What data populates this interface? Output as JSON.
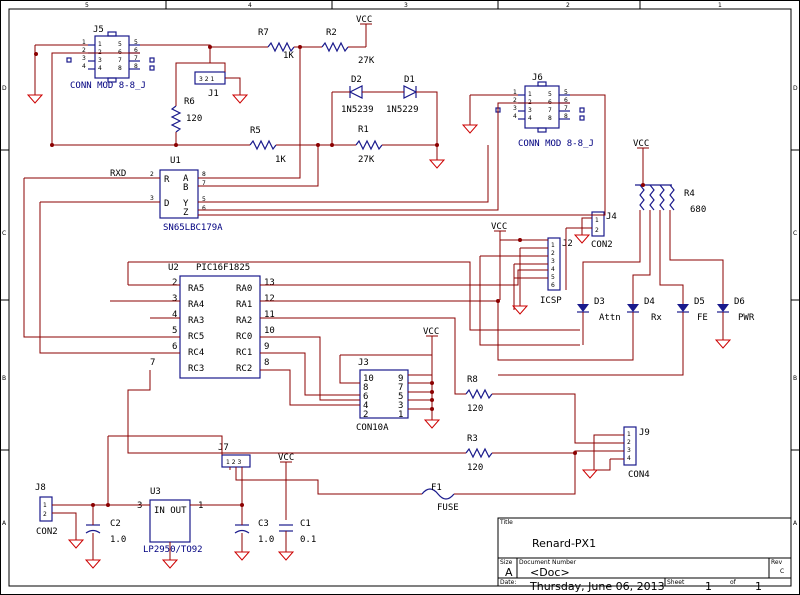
{
  "border": {
    "cols": [
      "5",
      "4",
      "3",
      "2",
      "1"
    ],
    "rows": [
      "D",
      "C",
      "B",
      "A"
    ]
  },
  "components": {
    "J5": {
      "ref": "J5",
      "value": "CONN MOD 8-8_J",
      "pins_left": [
        "1",
        "2",
        "3",
        "4"
      ],
      "pins_right": [
        "5",
        "6",
        "7",
        "8"
      ]
    },
    "J6": {
      "ref": "J6",
      "value": "CONN MOD 8-8_J",
      "pins_left": [
        "1",
        "2",
        "3",
        "4"
      ],
      "pins_right": [
        "5",
        "6",
        "7",
        "8"
      ]
    },
    "J1": {
      "ref": "J1",
      "pins": "3 2 1"
    },
    "R7": {
      "ref": "R7",
      "value": "1K"
    },
    "R2": {
      "ref": "R2",
      "value": "27K"
    },
    "R6": {
      "ref": "R6",
      "value": "120"
    },
    "R5": {
      "ref": "R5",
      "value": "1K"
    },
    "R1": {
      "ref": "R1",
      "value": "27K"
    },
    "D2": {
      "ref": "D2",
      "value": "1N5239"
    },
    "D1": {
      "ref": "D1",
      "value": "1N5229"
    },
    "U1": {
      "ref": "U1",
      "value": "SN65LBC179A",
      "pins": {
        "R": "R",
        "D": "D",
        "A": "A",
        "B": "B",
        "Y": "Y",
        "Z": "Z",
        "p2": "2",
        "p3": "3",
        "p8": "8",
        "p7": "7",
        "p5": "5",
        "p6": "6"
      }
    },
    "U2": {
      "ref": "U2",
      "value": "PIC16F1825",
      "left": [
        {
          "n": "2",
          "s": "RA5"
        },
        {
          "n": "3",
          "s": "RA4"
        },
        {
          "n": "4",
          "s": "RA3"
        },
        {
          "n": "5",
          "s": "RC5"
        },
        {
          "n": "6",
          "s": "RC4"
        },
        {
          "n": "7",
          "s": "RC3"
        }
      ],
      "right": [
        {
          "n": "13",
          "s": "RA0"
        },
        {
          "n": "12",
          "s": "RA1"
        },
        {
          "n": "11",
          "s": "RA2"
        },
        {
          "n": "10",
          "s": "RC0"
        },
        {
          "n": "9",
          "s": "RC1"
        },
        {
          "n": "8",
          "s": "RC2"
        }
      ]
    },
    "J4": {
      "ref": "J4",
      "value": "CON2",
      "pins": [
        "1",
        "2"
      ]
    },
    "J2": {
      "ref": "J2",
      "value": "ICSP",
      "pins": [
        "1",
        "2",
        "3",
        "4",
        "5",
        "6"
      ]
    },
    "R4": {
      "ref": "R4",
      "value": "680"
    },
    "D3": {
      "ref": "D3",
      "value": "Attn"
    },
    "D4": {
      "ref": "D4",
      "value": "Rx"
    },
    "D5": {
      "ref": "D5",
      "value": "FE"
    },
    "D6": {
      "ref": "D6",
      "value": "PWR"
    },
    "J3": {
      "ref": "J3",
      "value": "CON10A",
      "left": [
        "10",
        "8",
        "6",
        "4",
        "2"
      ],
      "right": [
        "9",
        "7",
        "5",
        "3",
        "1"
      ]
    },
    "R8": {
      "ref": "R8",
      "value": "120"
    },
    "R3": {
      "ref": "R3",
      "value": "120"
    },
    "J9": {
      "ref": "J9",
      "value": "CON4",
      "pins": [
        "1",
        "2",
        "3",
        "4"
      ]
    },
    "J7": {
      "ref": "J7",
      "pins": "1 2 3"
    },
    "J8": {
      "ref": "J8",
      "value": "CON2",
      "pins": [
        "1",
        "2"
      ]
    },
    "U3": {
      "ref": "U3",
      "value": "LP2950/TO92",
      "label": "IN OUT",
      "p3": "3",
      "p1": "1"
    },
    "C2": {
      "ref": "C2",
      "value": "1.0"
    },
    "C3": {
      "ref": "C3",
      "value": "1.0"
    },
    "C1": {
      "ref": "C1",
      "value": "0.1"
    },
    "F1": {
      "ref": "F1",
      "value": "FUSE"
    }
  },
  "nets": {
    "vcc": "VCC",
    "rxd": "RXD"
  },
  "title_block": {
    "title_label": "Title",
    "title": "Renard-PX1",
    "size_label": "Size",
    "size": "A",
    "docnum_label": "Document Number",
    "docnum": "<Doc>",
    "rev_label": "Rev",
    "rev": "C",
    "date_label": "Date:",
    "date": "Thursday, June 06, 2013",
    "sheet_label": "Sheet",
    "sheet": "1",
    "of_label": "of",
    "sheets": "1"
  }
}
